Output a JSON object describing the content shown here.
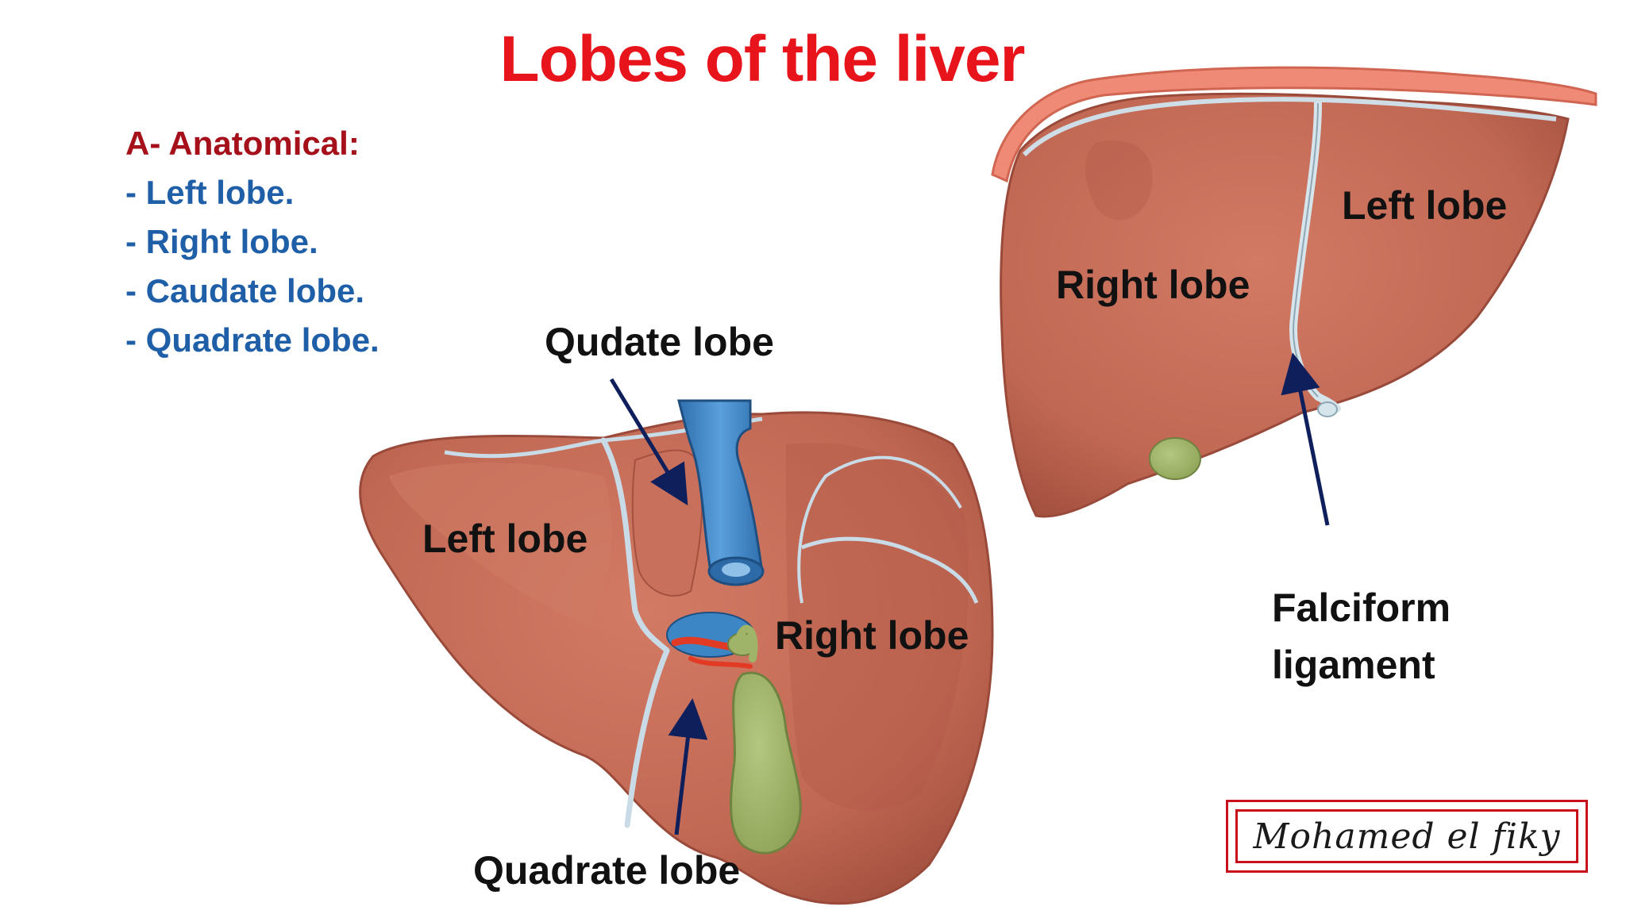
{
  "title": "Lobes of the liver",
  "classification": {
    "heading": "A- Anatomical:",
    "items": [
      "- Left lobe.",
      "- Right lobe.",
      "- Caudate lobe.",
      "- Quadrate lobe."
    ]
  },
  "inferior_view": {
    "labels": {
      "caudate": "Qudate lobe",
      "left": "Left lobe",
      "right": "Right lobe",
      "quadrate": "Quadrate  lobe"
    }
  },
  "anterior_view": {
    "labels": {
      "right": "Right lobe",
      "left": "Left lobe",
      "falciform_line1": "Falciform",
      "falciform_line2": "ligament"
    }
  },
  "signature": "Mohamed el fiky",
  "colors": {
    "title": "#e8141b",
    "heading": "#a5101a",
    "list": "#1f5fa8",
    "liver": "#c76c58",
    "liver_dark": "#a8503f",
    "ivc": "#3d86c6",
    "gallbladder": "#9fb468",
    "arrow": "#0f1f5c",
    "signature_border": "#c8111d"
  }
}
